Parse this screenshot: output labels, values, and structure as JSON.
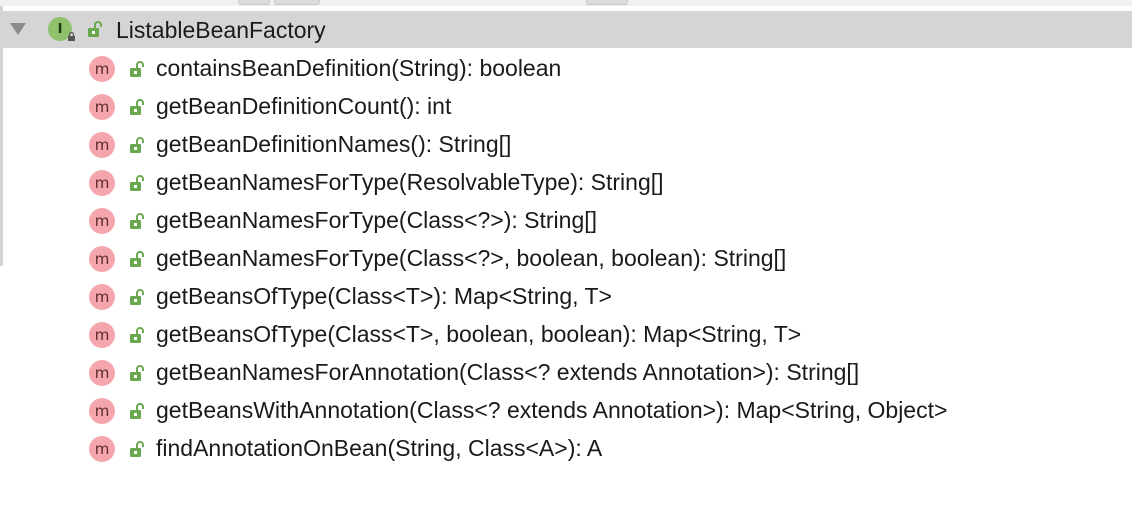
{
  "tree": {
    "root": {
      "label": "ListableBeanFactory",
      "kind_letter": "I",
      "kind_icon": "interface-icon",
      "visibility_icon": "public-lock-icon",
      "expanded": true
    },
    "members": [
      {
        "label": "containsBeanDefinition(String): boolean",
        "kind_letter": "m"
      },
      {
        "label": "getBeanDefinitionCount(): int",
        "kind_letter": "m"
      },
      {
        "label": "getBeanDefinitionNames(): String[]",
        "kind_letter": "m"
      },
      {
        "label": "getBeanNamesForType(ResolvableType): String[]",
        "kind_letter": "m"
      },
      {
        "label": "getBeanNamesForType(Class<?>): String[]",
        "kind_letter": "m"
      },
      {
        "label": "getBeanNamesForType(Class<?>, boolean, boolean): String[]",
        "kind_letter": "m"
      },
      {
        "label": "getBeansOfType(Class<T>): Map<String, T>",
        "kind_letter": "m"
      },
      {
        "label": "getBeansOfType(Class<T>, boolean, boolean): Map<String, T>",
        "kind_letter": "m"
      },
      {
        "label": "getBeanNamesForAnnotation(Class<? extends Annotation>): String[]",
        "kind_letter": "m"
      },
      {
        "label": "getBeansWithAnnotation(Class<? extends Annotation>): Map<String, Object>",
        "kind_letter": "m"
      },
      {
        "label": "findAnnotationOnBean(String, Class<A>): A",
        "kind_letter": "m"
      }
    ]
  },
  "colors": {
    "root_row_bg": "#d5d5d5",
    "interface_icon": "#8fc26a",
    "method_icon": "#f4a6ac",
    "public_lock": "#6aa84f",
    "text": "#1a1a1a"
  }
}
